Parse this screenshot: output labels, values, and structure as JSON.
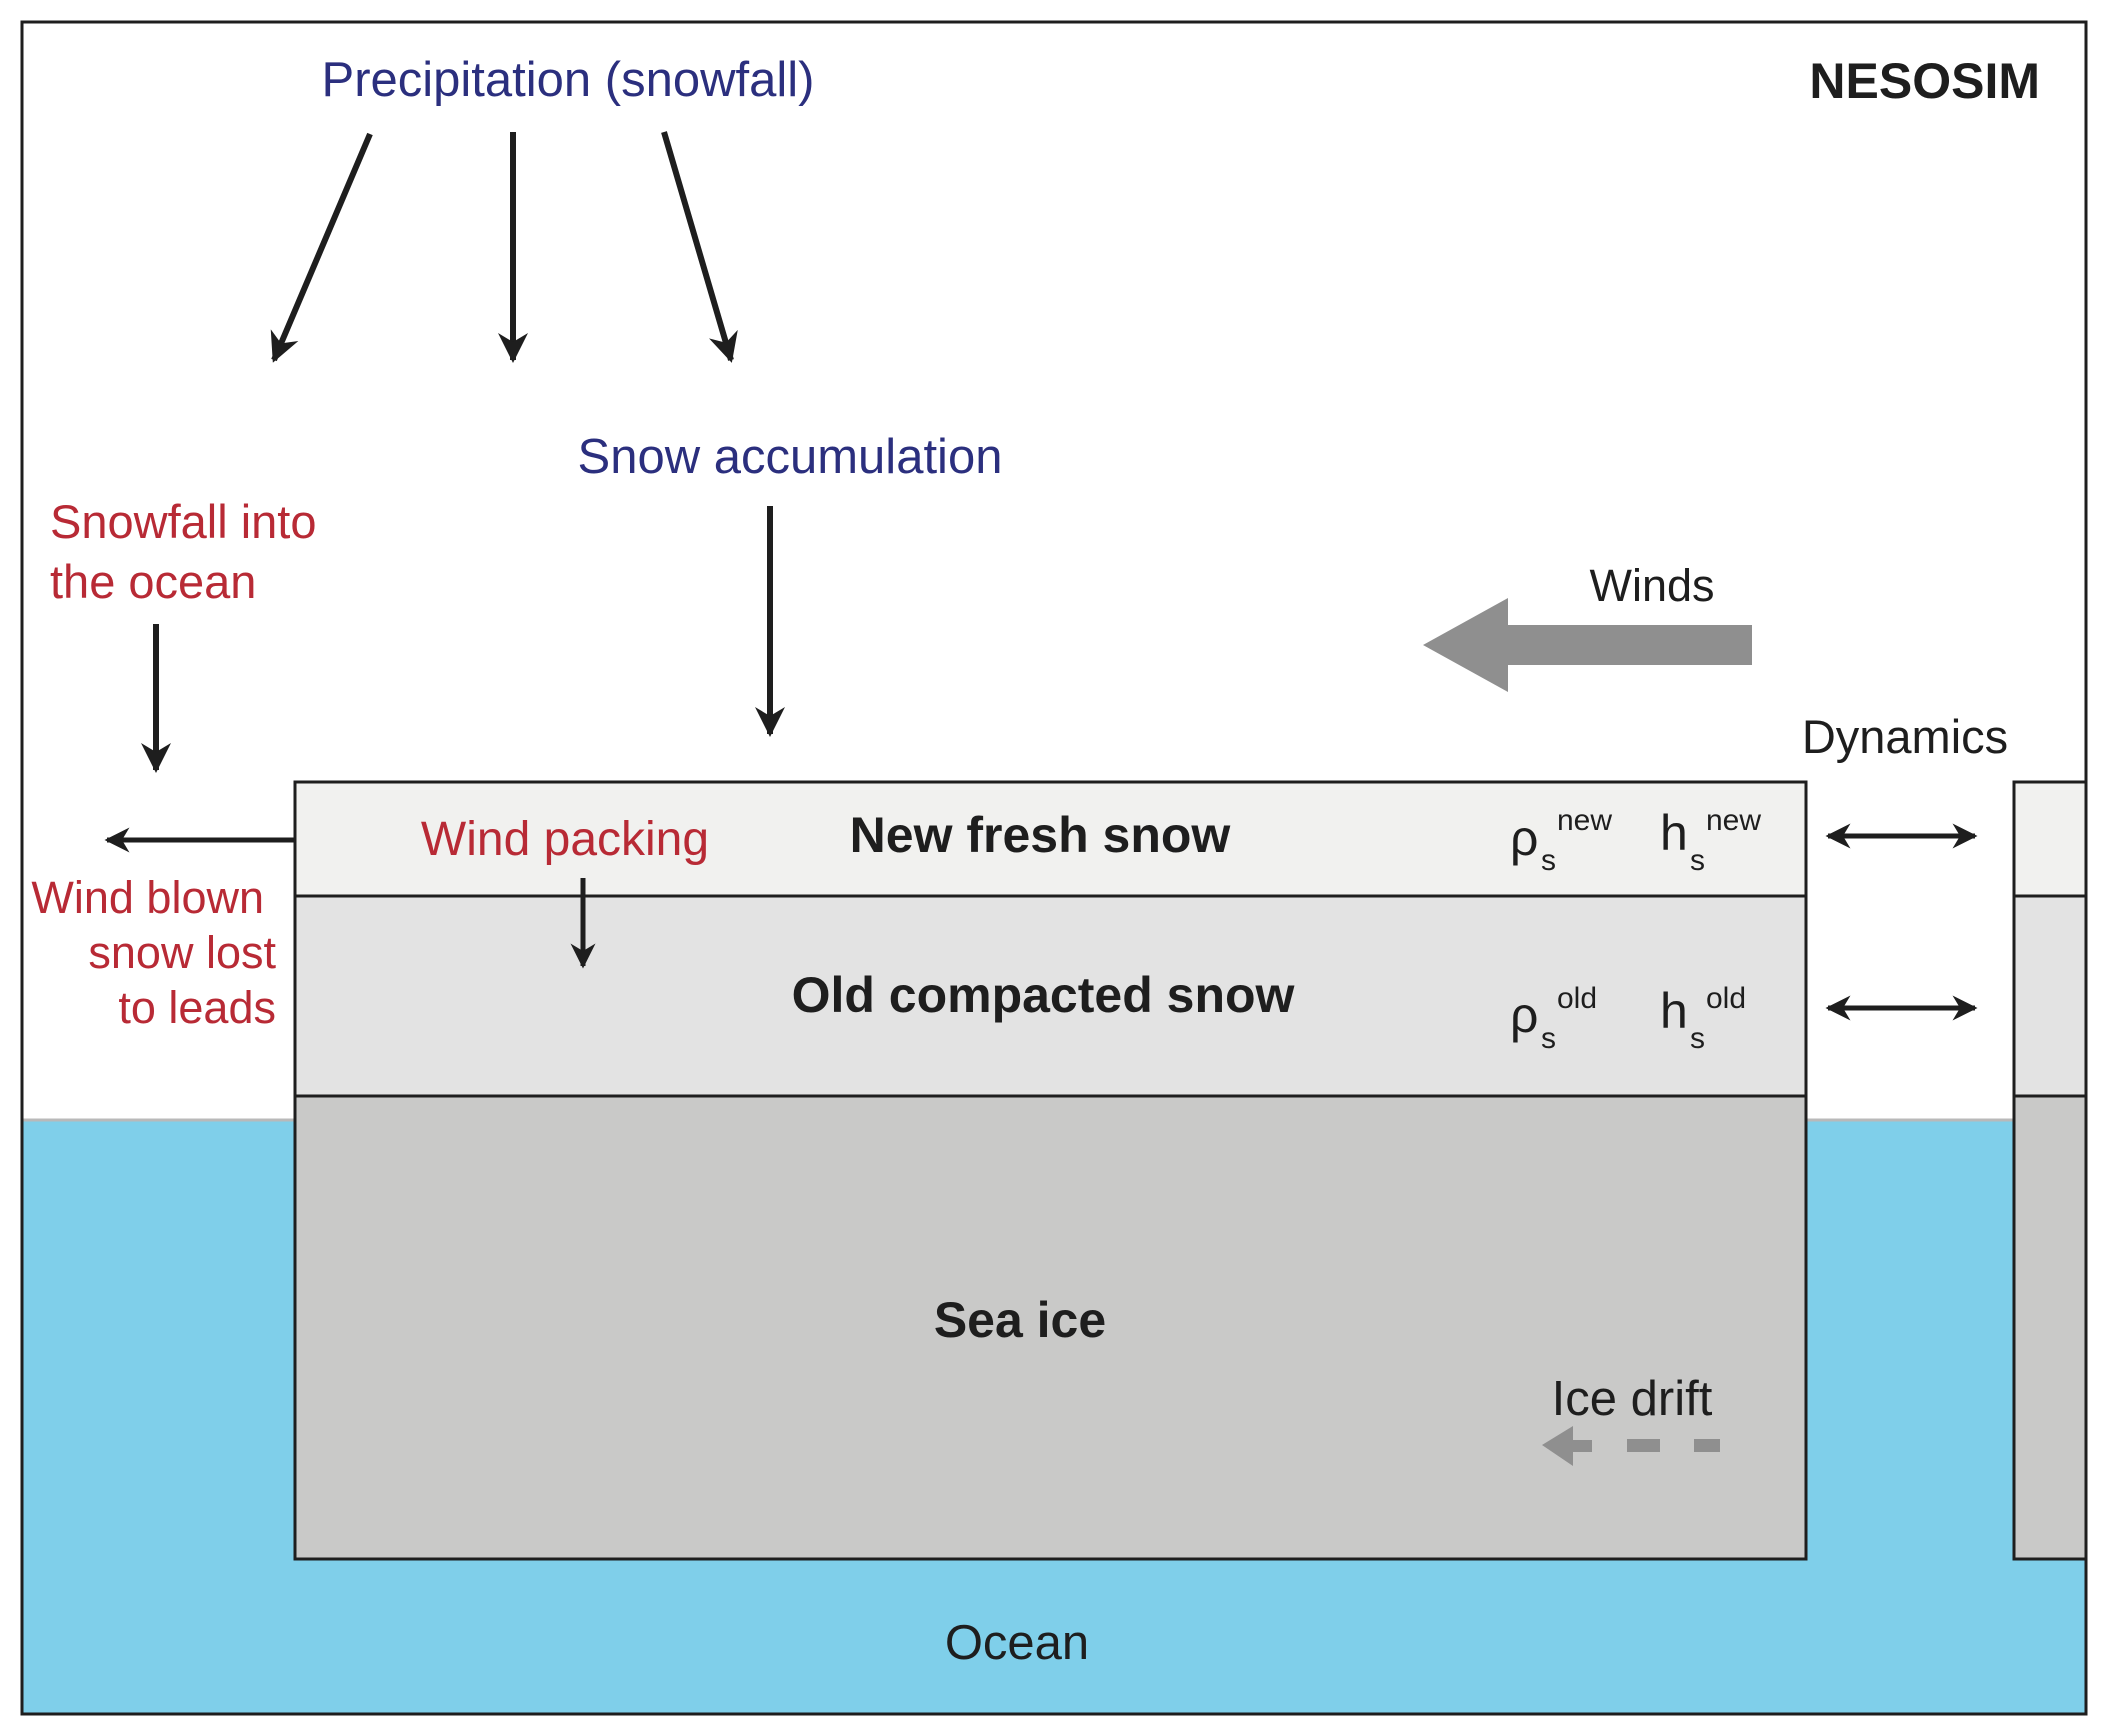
{
  "title": "NESOSIM",
  "labels": {
    "precipitation": "Precipitation (snowfall)",
    "snow_accumulation": "Snow accumulation",
    "snowfall_ocean_line1": "Snowfall into",
    "snowfall_ocean_line2": "the ocean",
    "winds": "Winds",
    "dynamics": "Dynamics",
    "wind_packing": "Wind packing",
    "wind_blown_line1": "Wind blown",
    "wind_blown_line2": "snow lost",
    "wind_blown_line3": "to leads",
    "ice_drift": "Ice drift",
    "ocean": "Ocean"
  },
  "layers": {
    "new_snow": {
      "label": "New fresh snow",
      "rho_symbol": "ρ",
      "rho_sub": "s",
      "rho_sup": "new",
      "h_symbol": "h",
      "h_sub": "s",
      "h_sup": "new"
    },
    "old_snow": {
      "label": "Old compacted snow",
      "rho_symbol": "ρ",
      "rho_sub": "s",
      "rho_sup": "old",
      "h_symbol": "h",
      "h_sub": "s",
      "h_sup": "old"
    },
    "sea_ice": {
      "label": "Sea ice"
    }
  },
  "colors": {
    "ocean": "#7fcfea",
    "new_snow": "#f1f1ef",
    "old_snow": "#e3e3e3",
    "sea_ice": "#c9c9c8",
    "blue_text": "#2b2f7e",
    "red_text": "#b82a35",
    "gray_arrow": "#8f8f8f"
  }
}
